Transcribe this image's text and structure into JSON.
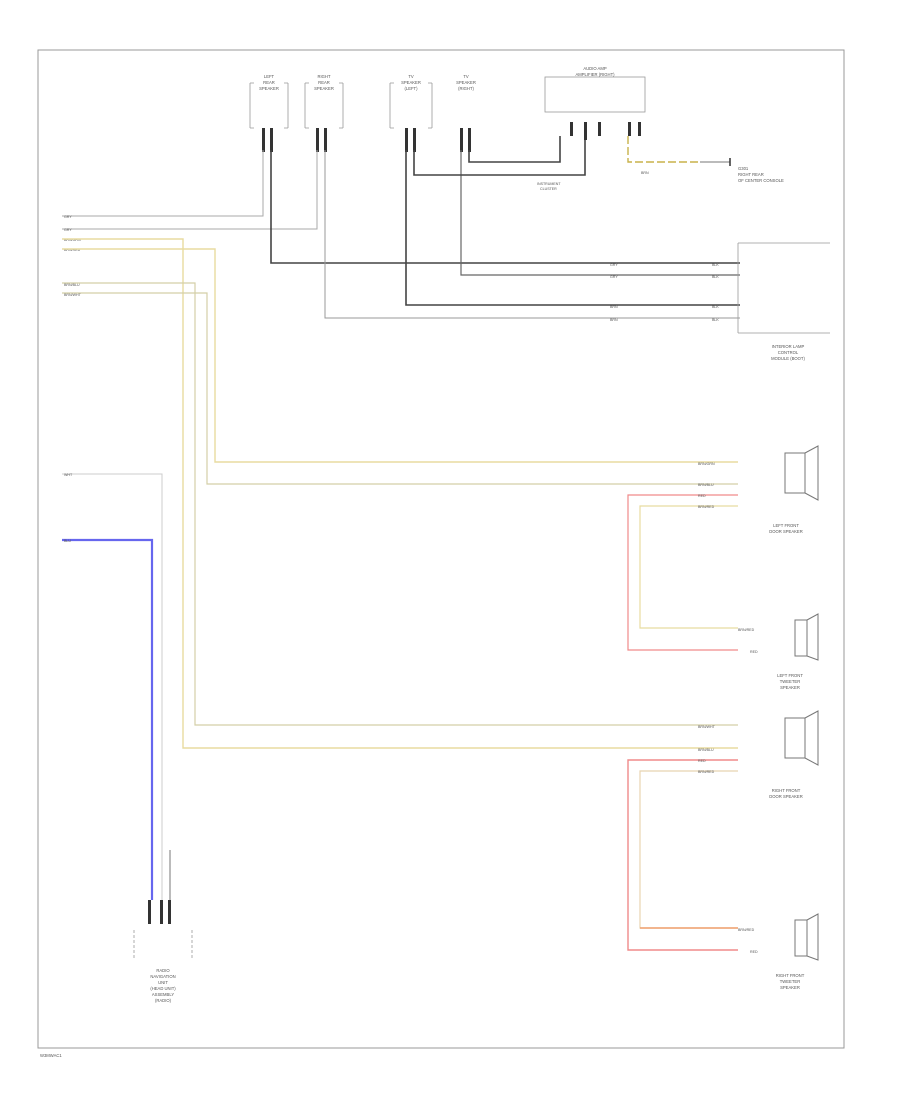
{
  "footer_code": "W3MWAC1",
  "components": {
    "left_rear_speaker_top": [
      "LEFT",
      "REAR",
      "SPEAKER"
    ],
    "right_rear_speaker_top": [
      "RIGHT",
      "REAR",
      "SPEAKER"
    ],
    "left_speaker_1": [
      "TV",
      "SPEAKER",
      "(LEFT)"
    ],
    "right_speaker_1": [
      "TV",
      "SPEAKER",
      "(RIGHT)"
    ],
    "audio_amp": [
      "AUDIO AMP",
      "AMPLIFIER (RIGHT)"
    ],
    "instrument_cluster": [
      "INSTRUMENT",
      "CLUSTER"
    ],
    "ground": [
      "G301",
      "RIGHT REAR",
      "OF CENTER CONSOLE"
    ],
    "interior_lamp_control": [
      "INTERIOR LAMP",
      "CONTROL",
      "MODULE (BOOT)"
    ],
    "left_front_door_speaker": [
      "LEFT FRONT",
      "DOOR SPEAKER"
    ],
    "left_front_tweeter": [
      "LEFT FRONT",
      "TWEETER",
      "SPEAKER"
    ],
    "right_front_door_speaker": [
      "RIGHT FRONT",
      "DOOR SPEAKER"
    ],
    "right_front_tweeter": [
      "RIGHT FRONT",
      "TWEETER",
      "SPEAKER"
    ],
    "radio_head_unit": [
      "RADIO",
      "NAVIGATION",
      "UNIT",
      "(HEAD UNIT)",
      "ASSEMBLY",
      "(RADIO)"
    ]
  },
  "wire_labels": {
    "left_block": [
      "GRY",
      "GRY",
      "BRN/GRN",
      "BRN/RED",
      "BRN/BLU",
      "BRN/WHT"
    ],
    "white": "WHT",
    "blue": "BLU",
    "amp_right_top": [
      "BLK",
      "BLK",
      "BLK",
      "BLK"
    ],
    "lf_door": [
      "BRN/GRN",
      "BRN/BLU",
      "RED",
      "BRN/RED"
    ],
    "lf_tweeter": [
      "BRN/RED",
      "RED"
    ],
    "rf_door": [
      "BRN/WHT",
      "BRN/BLU",
      "RED",
      "BRN/RED"
    ],
    "rf_tweeter": [
      "BRN/RED",
      "RED"
    ],
    "ground_tag": "BRN",
    "amp_mid": [
      "GRY",
      "GRY",
      "BRN",
      "BRN"
    ]
  }
}
